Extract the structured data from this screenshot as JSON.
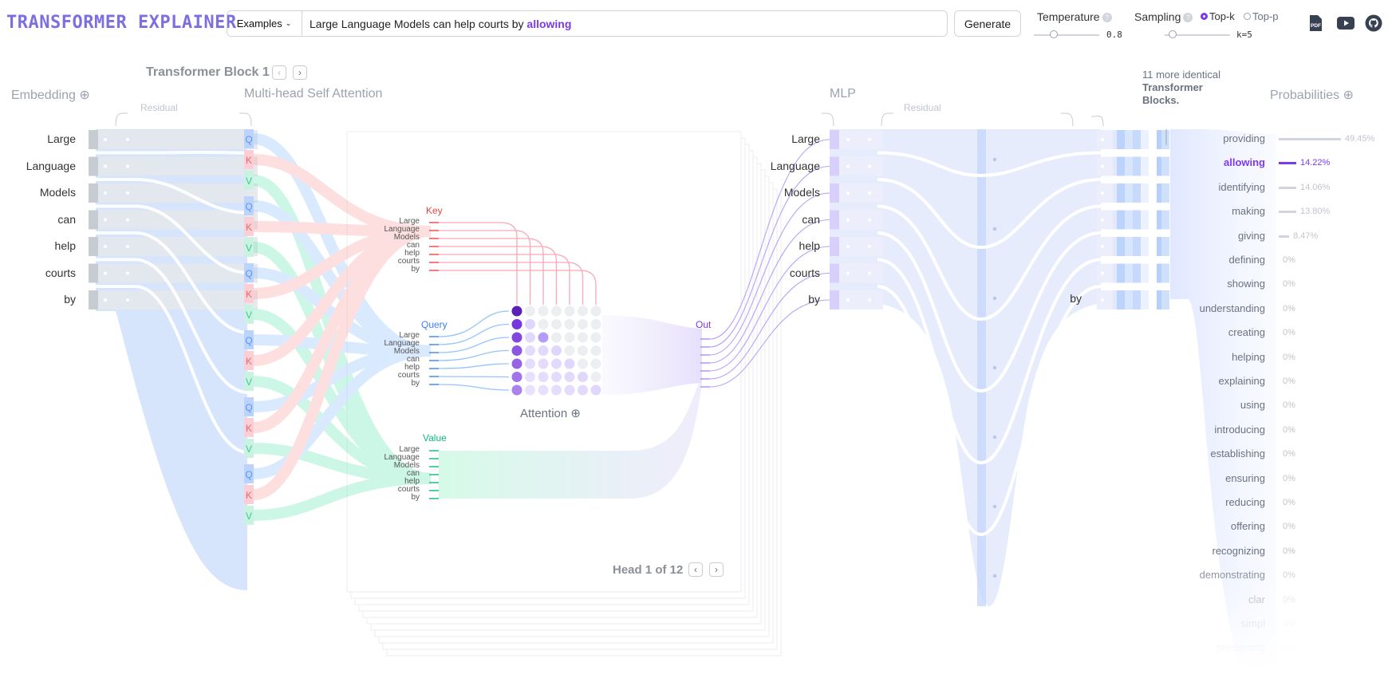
{
  "app": {
    "title": "TRANSFORMER EXPLAINER"
  },
  "topbar": {
    "examples_label": "Examples",
    "prompt_text": "Large Language Models can help courts by",
    "prompt_highlight": "allowing",
    "generate_label": "Generate",
    "temperature": {
      "label": "Temperature",
      "value": "0.8",
      "level": 0.3
    },
    "sampling": {
      "label": "Sampling",
      "option_topk": "Top-k",
      "option_topp": "Top-p",
      "value": "k=5",
      "level": 0.12
    }
  },
  "block": {
    "title": "Transformer Block 1",
    "more_prefix": "11 more identical",
    "more_bold": "Transformer Blocks."
  },
  "sections": {
    "embedding": "Embedding",
    "attention": "Multi-head Self Attention",
    "mlp": "MLP",
    "probabilities": "Probabilities",
    "residual": "Residual",
    "attention_matrix": "Attention"
  },
  "tokens": [
    "Large",
    "Language",
    "Models",
    "can",
    "help",
    "courts",
    "by"
  ],
  "qkv": {
    "q": "Q",
    "k": "K",
    "v": "V"
  },
  "head": {
    "key_label": "Key",
    "query_label": "Query",
    "value_label": "Value",
    "out_label": "Out",
    "indicator": "Head 1 of 12"
  },
  "probabilities": [
    {
      "word": "providing",
      "pct": "49.45%",
      "value": 49.45
    },
    {
      "word": "allowing",
      "pct": "14.22%",
      "value": 14.22,
      "selected": true
    },
    {
      "word": "identifying",
      "pct": "14.06%",
      "value": 14.06
    },
    {
      "word": "making",
      "pct": "13.80%",
      "value": 13.8
    },
    {
      "word": "giving",
      "pct": "8.47%",
      "value": 8.47
    },
    {
      "word": "defining",
      "pct": "0%",
      "value": 0
    },
    {
      "word": "showing",
      "pct": "0%",
      "value": 0
    },
    {
      "word": "understanding",
      "pct": "0%",
      "value": 0
    },
    {
      "word": "creating",
      "pct": "0%",
      "value": 0
    },
    {
      "word": "helping",
      "pct": "0%",
      "value": 0
    },
    {
      "word": "explaining",
      "pct": "0%",
      "value": 0
    },
    {
      "word": "using",
      "pct": "0%",
      "value": 0
    },
    {
      "word": "introducing",
      "pct": "0%",
      "value": 0
    },
    {
      "word": "establishing",
      "pct": "0%",
      "value": 0
    },
    {
      "word": "ensuring",
      "pct": "0%",
      "value": 0
    },
    {
      "word": "reducing",
      "pct": "0%",
      "value": 0
    },
    {
      "word": "offering",
      "pct": "0%",
      "value": 0
    },
    {
      "word": "recognizing",
      "pct": "0%",
      "value": 0
    },
    {
      "word": "demonstrating",
      "pct": "0%",
      "value": 0
    },
    {
      "word": "clar",
      "pct": "0%",
      "value": 0
    },
    {
      "word": "simpl",
      "pct": "0%",
      "value": 0
    },
    {
      "word": "presenting",
      "pct": "0%",
      "value": 0
    }
  ],
  "colors": {
    "accent": "#7c3aed",
    "query": "#60a5fa",
    "key": "#f87171",
    "value": "#34d399",
    "embedding": "#bfdbfe",
    "mlp": "#dbe4fe"
  },
  "icons": [
    "chevron-down-icon",
    "help-icon",
    "pdf-icon",
    "youtube-icon",
    "github-icon",
    "zoom-in-icon",
    "chevron-left-icon",
    "chevron-right-icon"
  ]
}
